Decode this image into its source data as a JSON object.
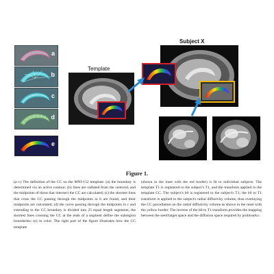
{
  "panels": [
    {
      "letter": "a"
    },
    {
      "letter": "b"
    },
    {
      "letter": "c"
    },
    {
      "letter": "d"
    },
    {
      "letter": "e"
    }
  ],
  "labels": {
    "template": "Template",
    "subject": "Subject X"
  },
  "figure_title": "Figure 1.",
  "caption": {
    "left": "(a–c) The definition of the CC on the MNI-152 template: (a) the boundary is determined via an active contour; (b) lines are radiated from the centroid, and the midpoints of those that intersect the CC are calculated; (c) the shortest lines that cross the CC passing through the midpoints in b are found, and their midpoints are calculated; (d) the curve passing through the midpoints in c and extending to the CC boundary is divided into 25 equal length segments; the shortest lines crossing the CC at the ends of a segment define the subregion boundaries; (e) in color. The right part of the figure illustrates how the CC template",
    "right": "(shown in the inset with the red border) is fit to individual subjects. The template T1 is registered to the subject's T1, and the transform applied to the template CC. The subject's b0 is registered to the subject's T1; the b0 to T1 transform is applied to the subject's radial diffusivity volume, thus overlaying the CC parcellation on the radial diffusivity volume as shown in the inset with the yellow border. The inverse of the b0 to T1 transform provides the mapping between the seed/target space and the diffusion space required by probtrackx."
  },
  "colors": {
    "red_border": "#d2232a",
    "yellow_border": "#f2b705",
    "arrow": "#2a8ad4"
  }
}
